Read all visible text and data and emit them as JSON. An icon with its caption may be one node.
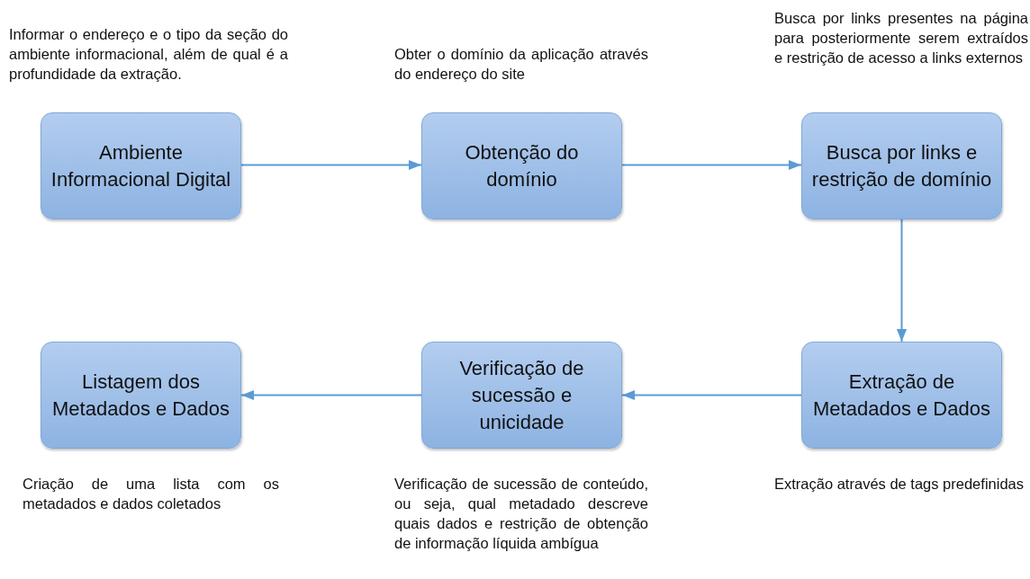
{
  "diagram": {
    "nodes": [
      {
        "text": [
          "Ambiente Informacional Digital"
        ],
        "beside": [
          "Informar o endereço e o tipo da seção do ambiente informacional, além de qual é a profundidade da extração."
        ]
      },
      {
        "text": [
          "Obtenção do domínio"
        ],
        "beside": [
          "Obter o domínio da aplicação através do endereço do site"
        ]
      },
      {
        "text": [
          "Busca por links e restrição de domínio"
        ],
        "beside": [
          "Busca por links presentes na página para posteriormente serem extraídos e restrição de acesso a links externos"
        ]
      },
      {
        "text": [
          "Extração de Metadados e Dados"
        ],
        "beside": [
          "Extração através de tags predefinidas"
        ]
      },
      {
        "text": [
          "Verificação de sucessão e unicidade"
        ],
        "beside": [
          "Verificação de sucessão de conteúdo, ou seja, qual metadado descreve quais dados e restrição de obtenção de informação líquida ambígua"
        ]
      },
      {
        "text": [
          "Listagem dos Metadados e Dados"
        ],
        "beside": [
          "Criação de uma lista com os metadados e dados coletados"
        ]
      }
    ],
    "edges": [
      {
        "from": 0,
        "to": 1,
        "arrow": "to"
      },
      {
        "from": 1,
        "to": 2,
        "arrow": "to"
      },
      {
        "from": 2,
        "to": 3,
        "arrow": "to"
      },
      {
        "from": 3,
        "to": 4,
        "arrow": "to"
      },
      {
        "from": 4,
        "to": 5,
        "arrow": "to"
      }
    ]
  }
}
